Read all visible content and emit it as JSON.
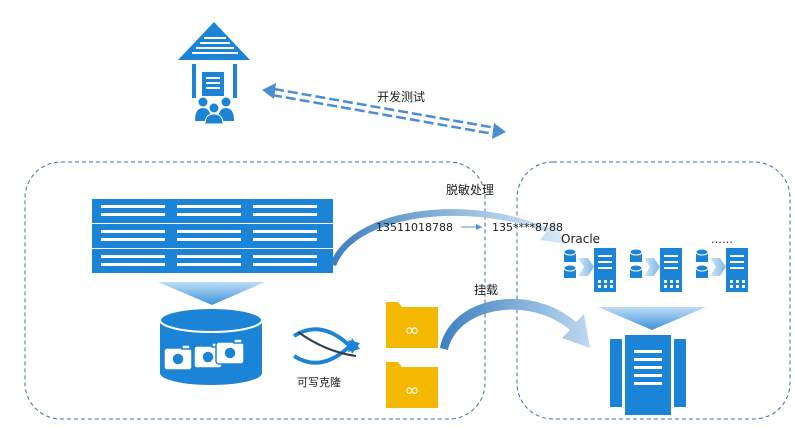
{
  "labels": {
    "dev_test": "开发测试",
    "masking": "脱敏处理",
    "mount": "挂载",
    "writable_clone": "可写克隆",
    "oracle": "Oracle",
    "ellipsis": "……",
    "phone_original": "13511018788",
    "phone_masked": "135****8788"
  },
  "icons": {
    "office": "office-house-icon",
    "storage_array": "storage-array-icon",
    "snapshot_db": "snapshot-database-icon",
    "clone": "writable-clone-icon",
    "folder": "infinity-folder-icon",
    "db_server": "database-server-icon",
    "target_server": "target-server-icon"
  },
  "colors": {
    "primary": "#1B84D6",
    "light": "#5BA7E6",
    "folder": "#F5B800",
    "dashed_border": "#3E6FA8"
  }
}
